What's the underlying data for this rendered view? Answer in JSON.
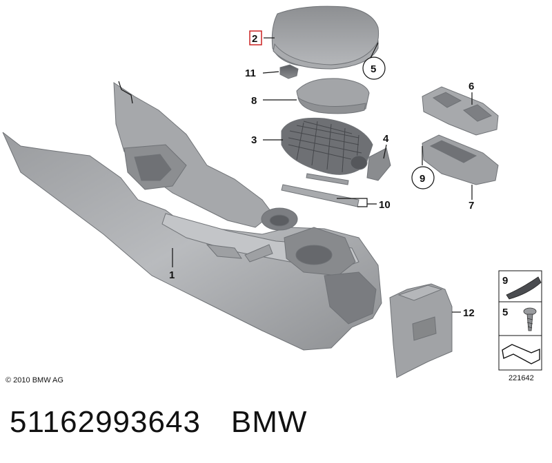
{
  "diagram": {
    "labels": {
      "p1": "1",
      "p2": "2",
      "p3": "3",
      "p4": "4",
      "p5": "5",
      "p6": "6",
      "p7": "7",
      "p8": "8",
      "p9": "9",
      "p10": "10",
      "p11": "11",
      "p12": "12"
    },
    "legend": {
      "item_a": "9",
      "item_b": "5"
    },
    "copyright": "© 2010 BMW AG",
    "diagram_number": "221642",
    "highlight_color": "#cc2222"
  },
  "footer": {
    "part_number": "51162993643",
    "brand": "BMW"
  }
}
